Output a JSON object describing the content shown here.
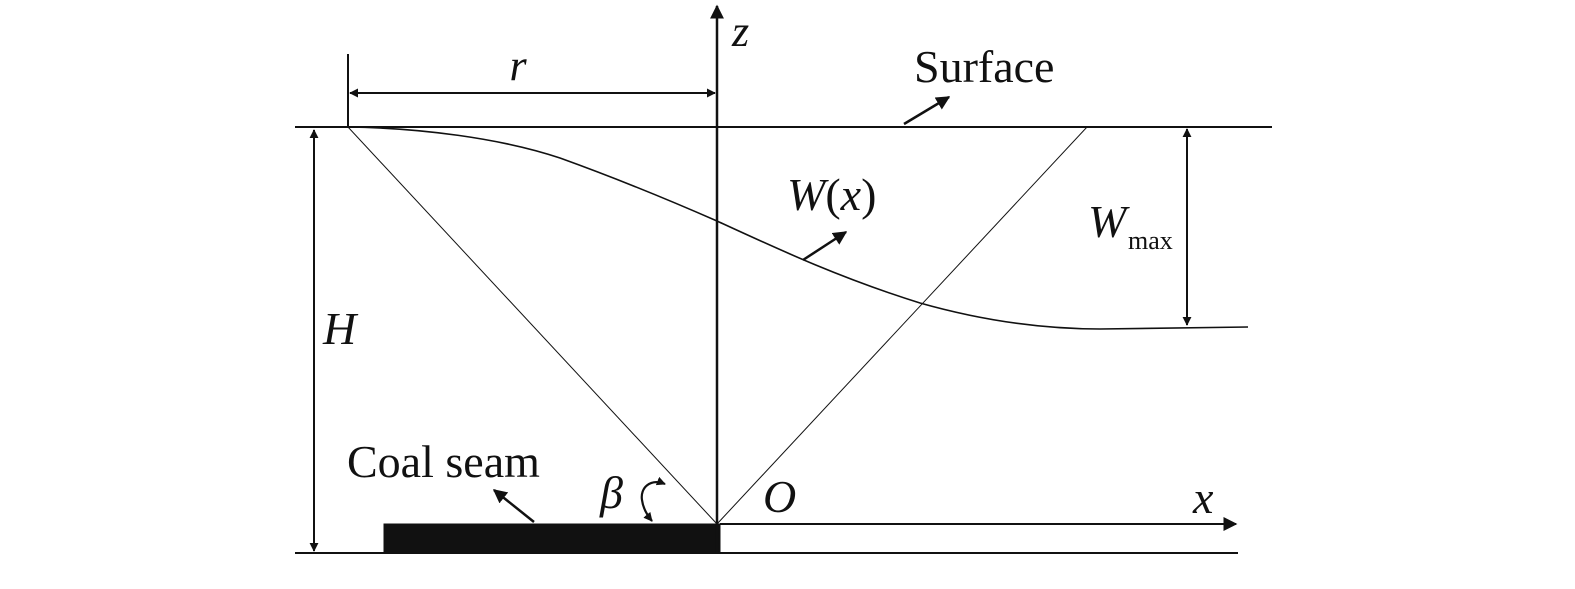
{
  "labels": {
    "z_axis": "z",
    "x_axis": "x",
    "origin": "O",
    "radius": "r",
    "surface": "Surface",
    "profile_w": "W",
    "profile_arg": "(",
    "profile_x": "x",
    "profile_close": ")",
    "wmax_w": "W",
    "wmax_sub": "max",
    "depth": "H",
    "coal_seam": "Coal seam",
    "angle": "β"
  },
  "colors": {
    "ink": "#111111",
    "seam_fill": "#111111"
  }
}
